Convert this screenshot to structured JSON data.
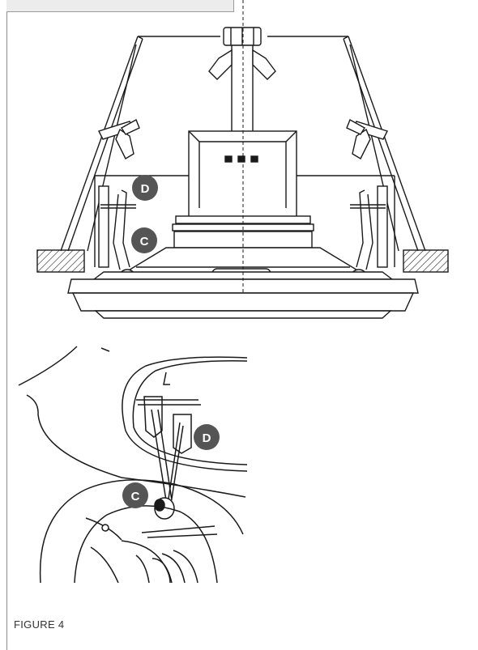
{
  "figure": {
    "caption": "FIGURE 4",
    "labels": {
      "top_d": "D",
      "top_c": "C",
      "bottom_d": "D",
      "bottom_c": "C"
    },
    "colors": {
      "line": "#1a1a1a",
      "badge": "#555555",
      "badge_text": "#ffffff"
    }
  }
}
